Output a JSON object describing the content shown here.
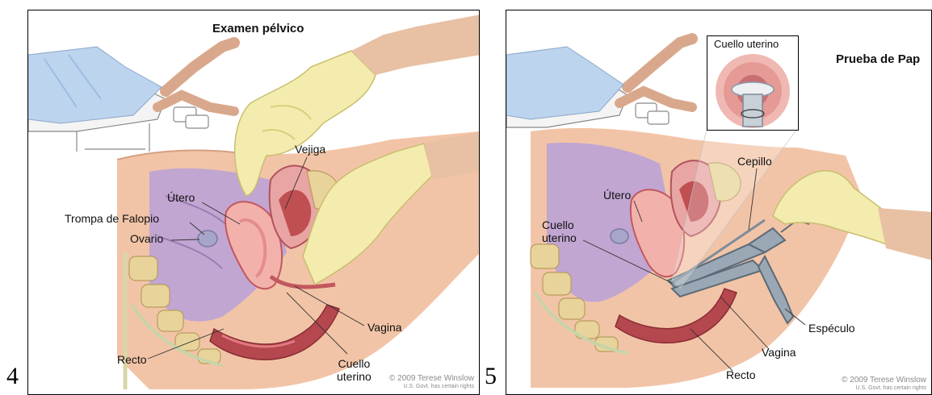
{
  "figures": [
    {
      "number": "4",
      "title": "Examen pélvico",
      "labels": {
        "vejiga": "Vejiga",
        "utero": "Útero",
        "trompa": "Trompa de Falopio",
        "ovario": "Ovario",
        "vagina": "Vagina",
        "recto": "Recto",
        "cuello": "Cuello\nuterino"
      },
      "credit": {
        "line1": "© 2009 Terese Winslow",
        "line2": "U.S. Govt. has certain rights"
      }
    },
    {
      "number": "5",
      "title": "Prueba de Pap",
      "labels": {
        "inset_title": "Cuello uterino",
        "cepillo": "Cepillo",
        "utero": "Útero",
        "cuello": "Cuello\nuterino",
        "especulo": "Espéculo",
        "vagina": "Vagina",
        "recto": "Recto"
      },
      "credit": {
        "line1": "© 2009 Terese Winslow",
        "line2": "U.S. Govt. has certain rights"
      }
    }
  ],
  "colors": {
    "skin": "#efc6a8",
    "skin_dark": "#dca386",
    "glove": "#f3ecae",
    "glove_shade": "#d9cf7e",
    "uterus": "#f0a9a4",
    "uterus_dark": "#c2575e",
    "pelvis_purple": "#b59ac6",
    "rectum": "#b5474e",
    "bone": "#e9d79e",
    "drape": "#bcd4ee",
    "instrument": "#8c9aa8"
  }
}
